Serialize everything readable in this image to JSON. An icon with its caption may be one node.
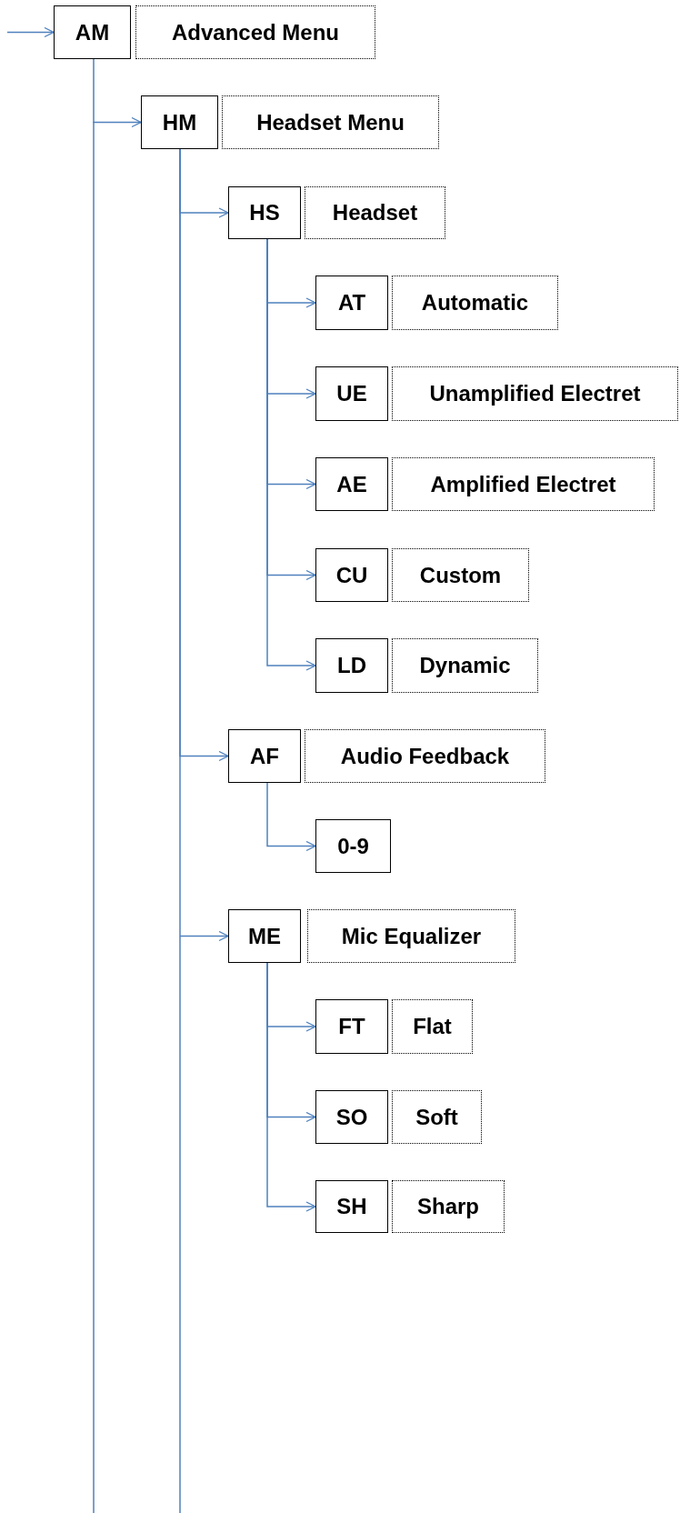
{
  "diagram": {
    "nodes": [
      {
        "text": [
          "AM"
        ]
      },
      {
        "text": [
          "Advanced Menu"
        ]
      },
      {
        "text": [
          "HM"
        ]
      },
      {
        "text": [
          "Headset Menu"
        ]
      },
      {
        "text": [
          "HS"
        ]
      },
      {
        "text": [
          "Headset"
        ]
      },
      {
        "text": [
          "AT"
        ]
      },
      {
        "text": [
          "Automatic"
        ]
      },
      {
        "text": [
          "UE"
        ]
      },
      {
        "text": [
          "Unamplified Electret"
        ]
      },
      {
        "text": [
          "AE"
        ]
      },
      {
        "text": [
          "Amplified Electret"
        ]
      },
      {
        "text": [
          "CU"
        ]
      },
      {
        "text": [
          "Custom"
        ]
      },
      {
        "text": [
          "LD"
        ]
      },
      {
        "text": [
          "Dynamic"
        ]
      },
      {
        "text": [
          "AF"
        ]
      },
      {
        "text": [
          "Audio Feedback"
        ]
      },
      {
        "text": [
          "0-9"
        ]
      },
      {
        "text": [
          "ME"
        ]
      },
      {
        "text": [
          "Mic Equalizer"
        ]
      },
      {
        "text": [
          "FT"
        ]
      },
      {
        "text": [
          "Flat"
        ]
      },
      {
        "text": [
          "SO"
        ]
      },
      {
        "text": [
          "Soft"
        ]
      },
      {
        "text": [
          "SH"
        ]
      },
      {
        "text": [
          "Sharp"
        ]
      }
    ],
    "edges": [
      {
        "from": null,
        "to": 0,
        "arrow": "to"
      },
      {
        "from": 0,
        "to": 2,
        "arrow": "to"
      },
      {
        "from": 2,
        "to": 4,
        "arrow": "to"
      },
      {
        "from": 4,
        "to": 6,
        "arrow": "to"
      },
      {
        "from": 4,
        "to": 8,
        "arrow": "to"
      },
      {
        "from": 4,
        "to": 10,
        "arrow": "to"
      },
      {
        "from": 4,
        "to": 12,
        "arrow": "to"
      },
      {
        "from": 4,
        "to": 14,
        "arrow": "to"
      },
      {
        "from": 2,
        "to": 16,
        "arrow": "to"
      },
      {
        "from": 16,
        "to": 18,
        "arrow": "to"
      },
      {
        "from": 2,
        "to": 19,
        "arrow": "to"
      },
      {
        "from": 19,
        "to": 21,
        "arrow": "to"
      },
      {
        "from": 19,
        "to": 23,
        "arrow": "to"
      },
      {
        "from": 19,
        "to": 25,
        "arrow": "to"
      }
    ]
  }
}
